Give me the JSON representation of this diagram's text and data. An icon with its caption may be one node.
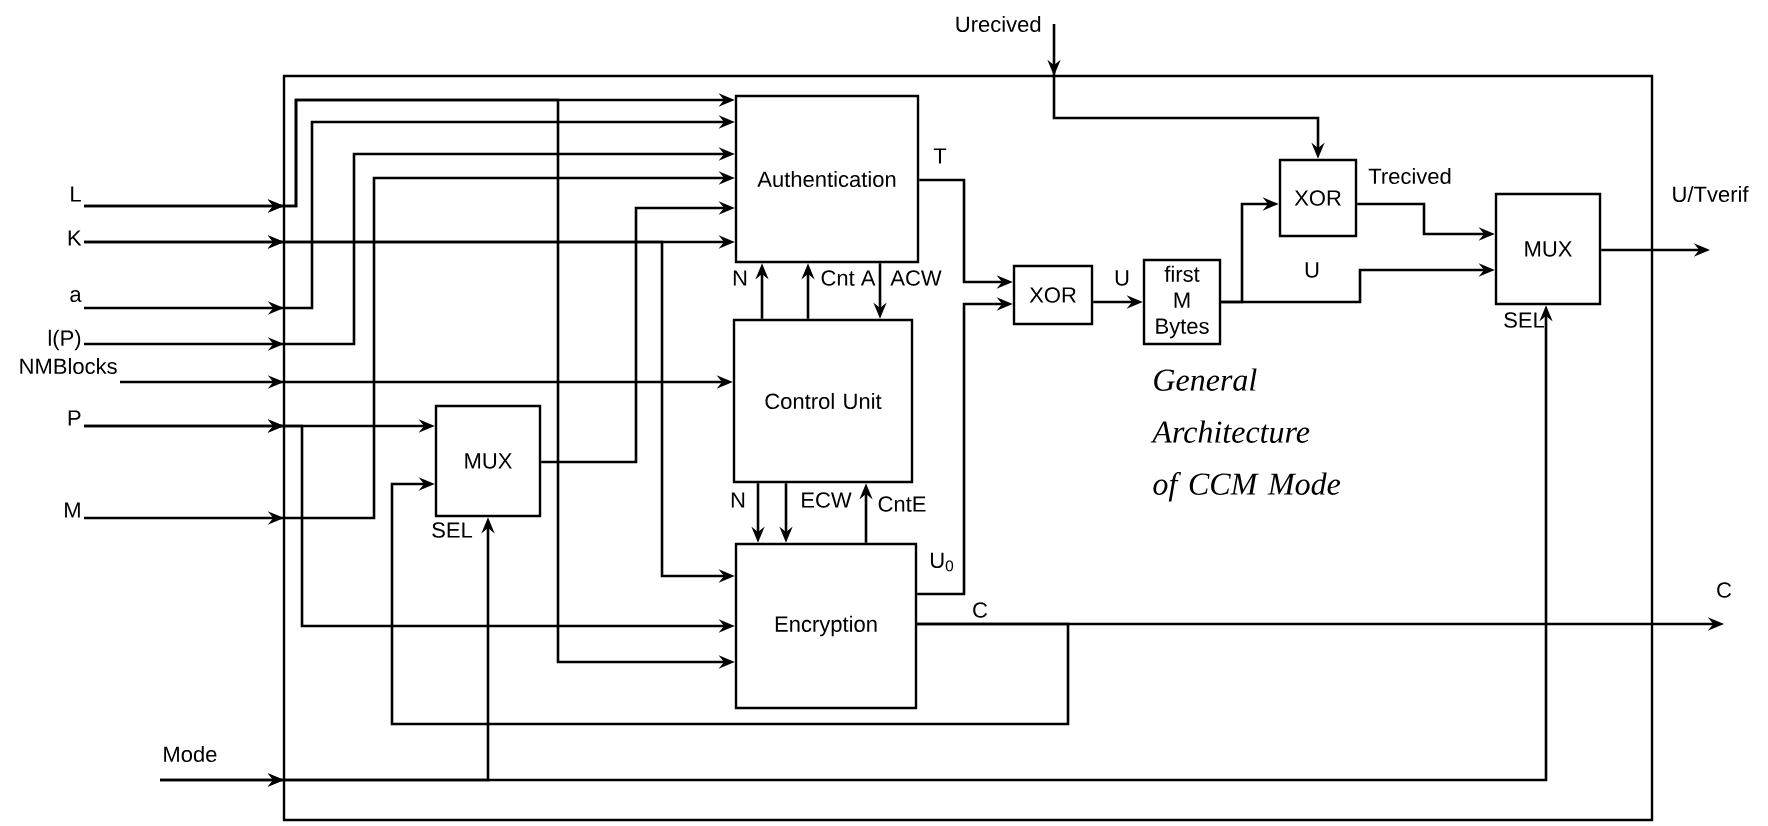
{
  "diagram": {
    "nodes": [
      {
        "text": [
          "Urecived"
        ]
      },
      {
        "text": [
          "L"
        ]
      },
      {
        "text": [
          "K"
        ]
      },
      {
        "text": [
          "a"
        ]
      },
      {
        "text": [
          "l(P)"
        ]
      },
      {
        "text": [
          "NMBlocks"
        ]
      },
      {
        "text": [
          "P"
        ]
      },
      {
        "text": [
          "M"
        ]
      },
      {
        "text": [
          "Mode"
        ]
      },
      {
        "text": [
          "Authentication"
        ]
      },
      {
        "text": [
          "Control Unit"
        ]
      },
      {
        "text": [
          "MUX"
        ]
      },
      {
        "text": [
          "Encryption"
        ]
      },
      {
        "text": [
          "XOR"
        ]
      },
      {
        "text": [
          "first M Bytes"
        ]
      },
      {
        "text": [
          "XOR"
        ]
      },
      {
        "text": [
          "MUX"
        ]
      },
      {
        "text": [
          "U/Tverif"
        ]
      },
      {
        "text": [
          "C"
        ]
      }
    ],
    "edges": [
      {
        "from": 0,
        "to": 15,
        "arrow": "to"
      },
      {
        "from": 1,
        "to": 9,
        "arrow": "to"
      },
      {
        "from": 1,
        "to": 12,
        "arrow": "to"
      },
      {
        "from": 2,
        "to": 9,
        "arrow": "to"
      },
      {
        "from": 2,
        "to": 12,
        "arrow": "to"
      },
      {
        "from": 3,
        "to": 9,
        "arrow": "to"
      },
      {
        "from": 4,
        "to": 9,
        "arrow": "to"
      },
      {
        "from": 5,
        "to": 10,
        "arrow": "to"
      },
      {
        "from": 6,
        "to": 11,
        "arrow": "to"
      },
      {
        "from": 6,
        "to": 12,
        "arrow": "to"
      },
      {
        "from": 7,
        "to": 9,
        "arrow": "to"
      },
      {
        "from": 11,
        "to": 9,
        "arrow": "to"
      },
      {
        "from": 8,
        "to": 11,
        "arrow": "to"
      },
      {
        "from": 8,
        "to": 16,
        "arrow": "to"
      },
      {
        "from": 10,
        "to": 9,
        "label": "N",
        "arrow": "to"
      },
      {
        "from": 10,
        "to": 9,
        "label": "Cnt A",
        "arrow": "to"
      },
      {
        "from": 9,
        "to": 10,
        "label": "ACW",
        "arrow": "to"
      },
      {
        "from": 10,
        "to": 12,
        "label": "N",
        "arrow": "to"
      },
      {
        "from": 10,
        "to": 12,
        "label": "ECW",
        "arrow": "to"
      },
      {
        "from": 12,
        "to": 10,
        "label": "CntE",
        "arrow": "to"
      },
      {
        "from": 9,
        "to": 13,
        "label": "T",
        "arrow": "to"
      },
      {
        "from": 12,
        "to": 13,
        "label": "U$_{0}$",
        "arrow": "to"
      },
      {
        "from": 12,
        "to": 18,
        "label": "C",
        "arrow": "to"
      },
      {
        "from": 12,
        "to": 11,
        "arrow": "to"
      },
      {
        "from": 13,
        "to": 14,
        "label": "U",
        "arrow": "to"
      },
      {
        "from": 14,
        "to": 15,
        "arrow": "to"
      },
      {
        "from": 14,
        "to": 16,
        "label": "U",
        "arrow": "to"
      },
      {
        "from": 15,
        "to": 16,
        "label": "Trecived",
        "arrow": "to"
      },
      {
        "from": 16,
        "to": 17,
        "arrow": "to"
      }
    ],
    "labels": [
      "SEL",
      "General Architecture of CCM Mode",
      "SEL"
    ]
  }
}
